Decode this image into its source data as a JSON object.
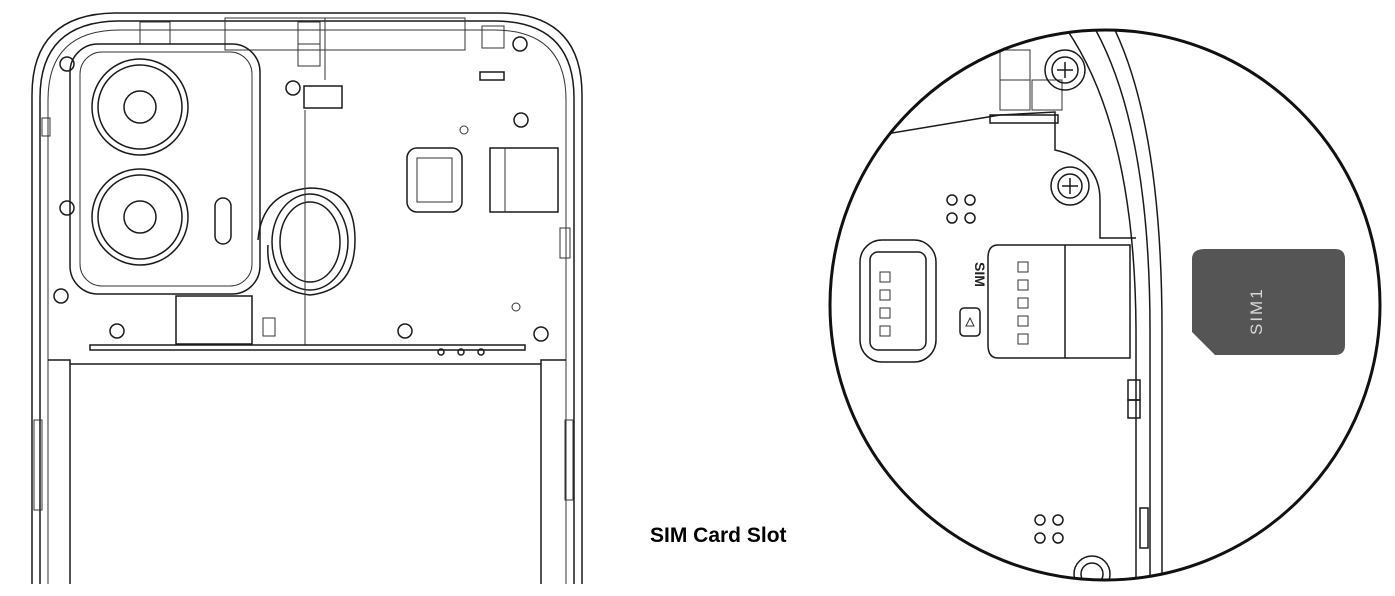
{
  "figure": {
    "caption": "SIM Card Slot",
    "slot_marking": "SIM",
    "card_label": "SIM1"
  },
  "colors": {
    "line": "#1a1a1a",
    "sim_card": "#555555",
    "sim_card_text": "#d8d8d8",
    "background": "#ffffff"
  }
}
